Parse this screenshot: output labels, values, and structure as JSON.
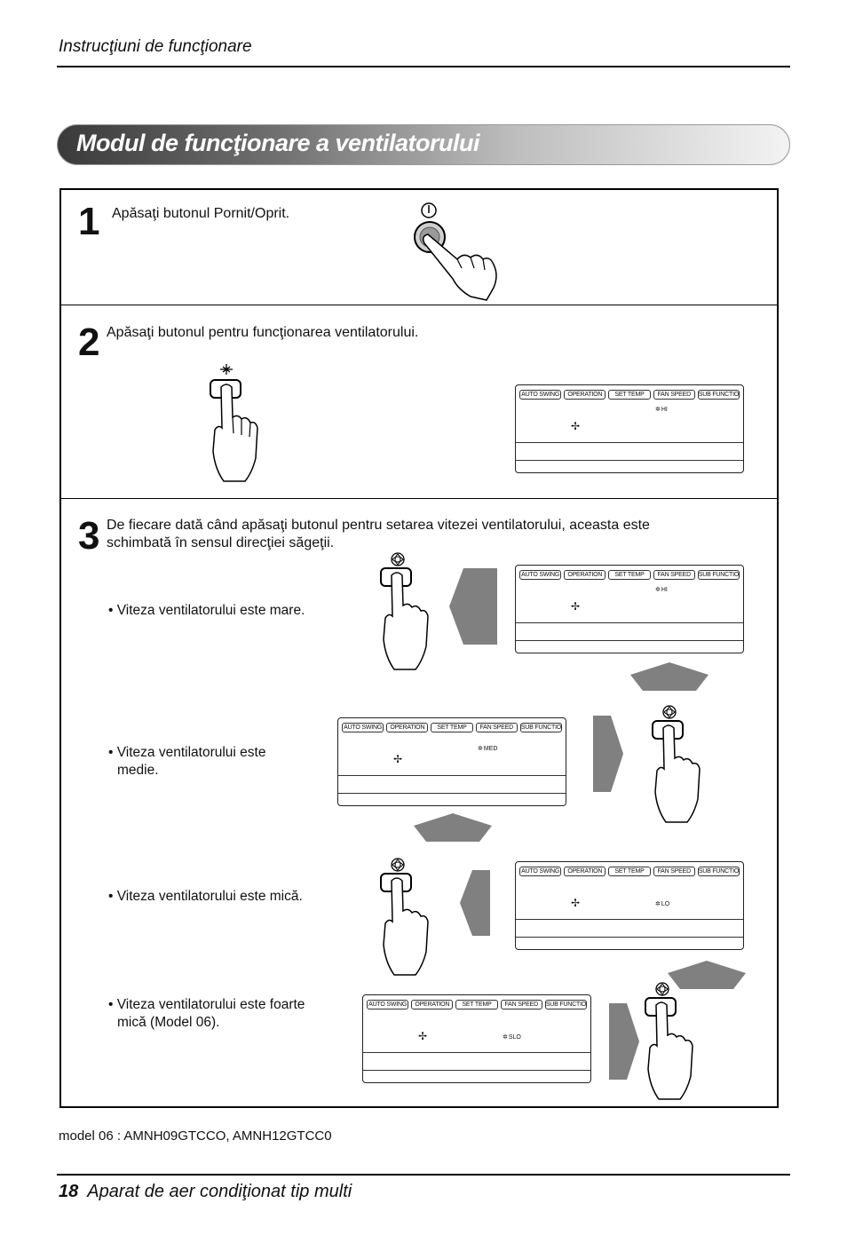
{
  "header": {
    "section_title": "Instrucţiuni de funcţionare"
  },
  "banner": {
    "title": "Modul de funcţionare a ventilatorului"
  },
  "steps": [
    {
      "number": "1",
      "text": "Apăsaţi butonul Pornit/Oprit."
    },
    {
      "number": "2",
      "text": "Apăsaţi butonul pentru funcţionarea ventilatorului."
    },
    {
      "number": "3",
      "text_line1": "De fiecare dată când apăsaţi butonul pentru setarea vitezei ventilatorului, aceasta este",
      "text_line2": "schimbată în sensul direcţiei săgeţii."
    }
  ],
  "speeds": [
    {
      "label": "• Viteza ventilatorului este mare."
    },
    {
      "label_line1": "• Viteza ventilatorului este",
      "label_line2": "medie."
    },
    {
      "label": "• Viteza ventilatorului este mică."
    },
    {
      "label_line1": "• Viteza ventilatorului este foarte",
      "label_line2": "mică (Model 06)."
    }
  ],
  "display": {
    "tabs": [
      "AUTO SWING",
      "OPERATION",
      "SET TEMP",
      "FAN SPEED",
      "SUB FUNCTION"
    ],
    "fan_levels": {
      "hi": "HI",
      "med": "MED",
      "lo": "LO",
      "slo": "SLO"
    }
  },
  "footer": {
    "model_note": "model 06 : AMNH09GTCCO, AMNH12GTCC0",
    "page_number": "18",
    "page_title": "Aparat de aer condiţionat tip multi"
  },
  "colors": {
    "banner_dark": "#3a3a3a",
    "arrow_gray": "#808080"
  }
}
